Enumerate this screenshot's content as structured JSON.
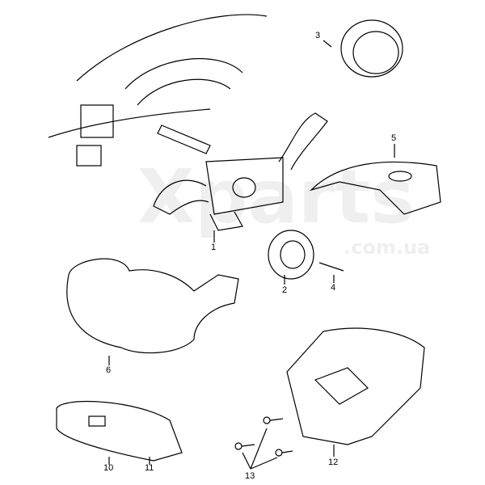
{
  "watermark": {
    "main": "Xparts",
    "sub": ".com.ua"
  },
  "callouts": [
    "1",
    "2",
    "3",
    "4",
    "5",
    "6",
    "10",
    "11",
    "12",
    "13"
  ]
}
